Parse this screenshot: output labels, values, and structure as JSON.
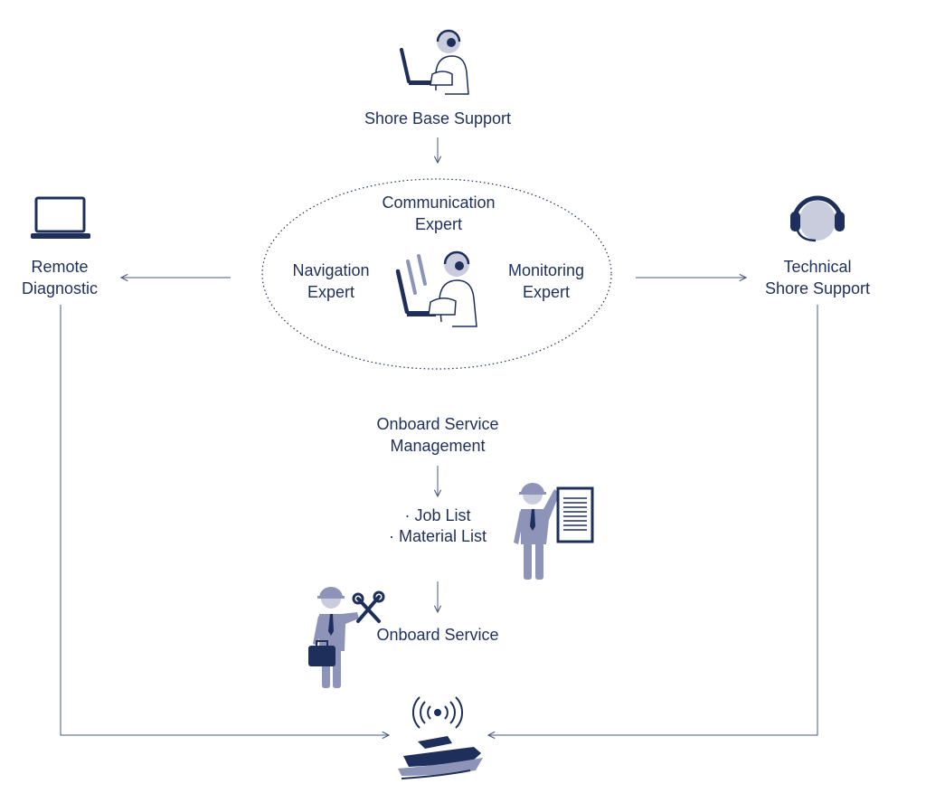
{
  "nodes": {
    "shore_base_support": "Shore Base Support",
    "communication_expert": [
      "Communication",
      "Expert"
    ],
    "navigation_expert": [
      "Navigation",
      "Expert"
    ],
    "monitoring_expert": [
      "Monitoring",
      "Expert"
    ],
    "remote_diagnostic": [
      "Remote",
      "Diagnostic"
    ],
    "technical_shore_support": [
      "Technical",
      "Shore Support"
    ],
    "onboard_service_management": [
      "Onboard Service",
      "Management"
    ],
    "job_list": "· Job List",
    "material_list": "· Material List",
    "onboard_service": "Onboard Service"
  },
  "icons": {
    "shore_base": "operator-with-headset-laptop-icon",
    "expert_team": "expert-team-with-headset-icon",
    "remote_diagnostic": "laptop-icon",
    "technical_support": "headset-icon",
    "document_worker": "worker-with-document-icon",
    "repair_worker": "worker-with-tools-icon",
    "ship": "ship-with-signal-icon"
  },
  "colors": {
    "navy": "#1f2f5c",
    "figure": "#8e94b8",
    "figure_light": "#c8ccdd",
    "line": "#4a5a80"
  }
}
